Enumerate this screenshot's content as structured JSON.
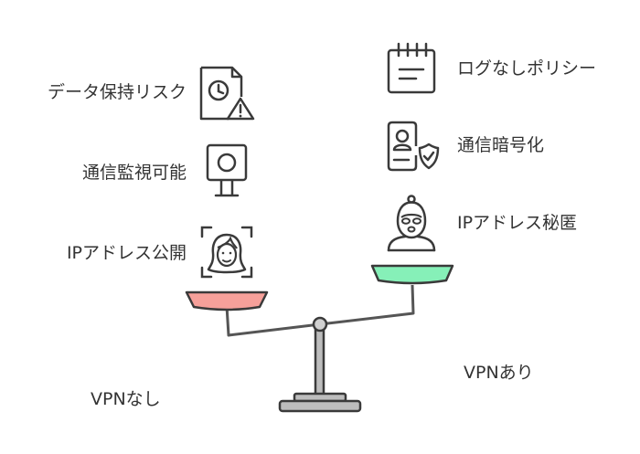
{
  "left_side": {
    "title": "VPNなし",
    "items": [
      {
        "label": "データ保持リスク",
        "icon": "document-clock-warning-icon"
      },
      {
        "label": "通信監視可能",
        "icon": "surveillance-camera-icon"
      },
      {
        "label": "IPアドレス公開",
        "icon": "face-recognition-icon"
      }
    ],
    "pan_color": "#f6a09a"
  },
  "right_side": {
    "title": "VPNあり",
    "items": [
      {
        "label": "ログなしポリシー",
        "icon": "calendar-note-icon"
      },
      {
        "label": "通信暗号化",
        "icon": "id-card-verified-icon"
      },
      {
        "label": "IPアドレス秘匿",
        "icon": "masked-person-icon"
      }
    ],
    "pan_color": "#86f0b8"
  },
  "colors": {
    "stroke": "#3a3a3a",
    "beam": "#555555",
    "pivot": "#bdbdbd",
    "base": "#a8a8a8"
  }
}
